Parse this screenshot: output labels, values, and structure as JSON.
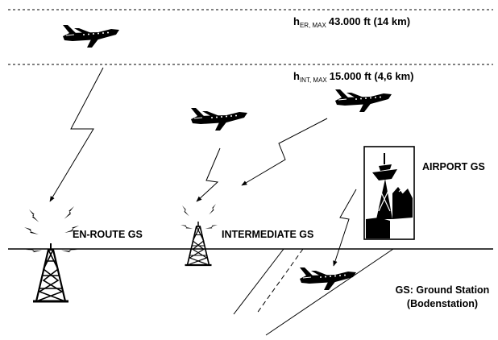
{
  "altitudes": {
    "enroute_max": {
      "symbol": "h",
      "subscript": "ER, MAX",
      "value": "43.000 ft (14 km)"
    },
    "intermediate_max": {
      "symbol": "h",
      "subscript": "INT, MAX",
      "value": "15.000 ft (4,6 km)"
    }
  },
  "stations": {
    "enroute": "EN-ROUTE GS",
    "intermediate": "INTERMEDIATE GS",
    "airport": "AIRPORT GS"
  },
  "legend": {
    "line1": "GS: Ground Station",
    "line2": "(Bodenstation)"
  },
  "icons": [
    "airplane-icon",
    "radio-tower-icon",
    "space-needle-icon",
    "lightning-link-icon"
  ],
  "colors": {
    "ink": "#000000",
    "background": "#ffffff"
  }
}
